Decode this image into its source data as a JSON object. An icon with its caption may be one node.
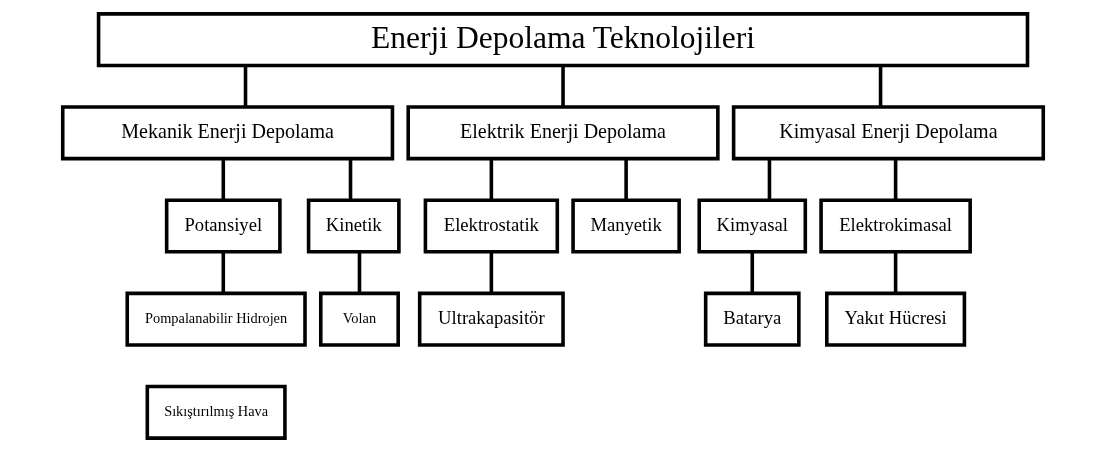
{
  "diagram": {
    "nodes": [
      {
        "text": [
          "Enerji Depolama Teknolojileri"
        ]
      },
      {
        "text": [
          "Mekanik Enerji Depolama"
        ]
      },
      {
        "text": [
          "Elektrik Enerji Depolama"
        ]
      },
      {
        "text": [
          "Kimyasal Enerji Depolama"
        ]
      },
      {
        "text": [
          "Potansiyel"
        ]
      },
      {
        "text": [
          "Kinetik"
        ]
      },
      {
        "text": [
          "Elektrostatik"
        ]
      },
      {
        "text": [
          "Manyetik"
        ]
      },
      {
        "text": [
          "Kimyasal"
        ]
      },
      {
        "text": [
          "Elektrokimasal"
        ]
      },
      {
        "text": [
          "Pompalanabilir Hidrojen"
        ]
      },
      {
        "text": [
          "Sıkıştırılmış Hava"
        ]
      },
      {
        "text": [
          "Volan"
        ]
      },
      {
        "text": [
          "Ultrakapasitör"
        ]
      },
      {
        "text": [
          "Batarya"
        ]
      },
      {
        "text": [
          "Yakıt Hücresi"
        ]
      }
    ],
    "edges": [
      {
        "from": 0,
        "to": 1,
        "arrow": "none"
      },
      {
        "from": 0,
        "to": 2,
        "arrow": "none"
      },
      {
        "from": 0,
        "to": 3,
        "arrow": "none"
      },
      {
        "from": 1,
        "to": 4,
        "arrow": "none"
      },
      {
        "from": 1,
        "to": 5,
        "arrow": "none"
      },
      {
        "from": 2,
        "to": 6,
        "arrow": "none"
      },
      {
        "from": 2,
        "to": 7,
        "arrow": "none"
      },
      {
        "from": 3,
        "to": 8,
        "arrow": "none"
      },
      {
        "from": 3,
        "to": 9,
        "arrow": "none"
      },
      {
        "from": 4,
        "to": 10,
        "arrow": "none"
      },
      {
        "from": 5,
        "to": 12,
        "arrow": "none"
      },
      {
        "from": 6,
        "to": 13,
        "arrow": "none"
      },
      {
        "from": 8,
        "to": 14,
        "arrow": "none"
      },
      {
        "from": 9,
        "to": 15,
        "arrow": "none"
      }
    ]
  }
}
